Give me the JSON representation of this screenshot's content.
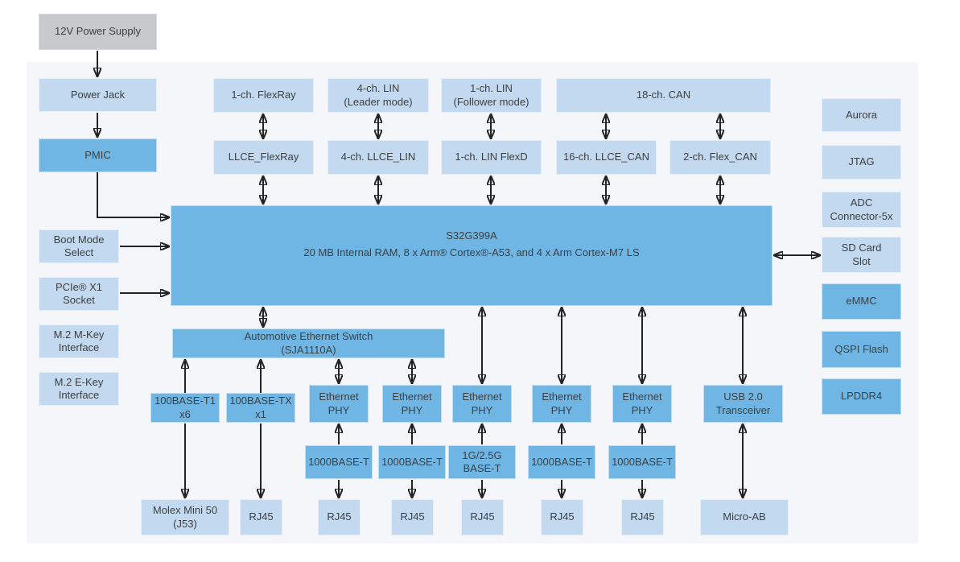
{
  "colors": {
    "box_light": "#c3d9ef",
    "box_mid": "#70b6e4",
    "box_gray": "#c6cacd",
    "panel_bg": "#f4f6f9",
    "arrow": "#232323",
    "text": "#3d3f41"
  },
  "nodes": {
    "psu_12v": {
      "label": "12V Power Supply"
    },
    "power_jack": {
      "label": "Power Jack"
    },
    "pmic": {
      "label": "PMIC"
    },
    "boot_mode": {
      "label": "Boot Mode\nSelect"
    },
    "pcie_socket": {
      "label": "PCIe® X1\nSocket"
    },
    "m2_m_key": {
      "label": "M.2 M-Key\nInterface"
    },
    "m2_e_key": {
      "label": "M.2 E-Key\nInterface"
    },
    "flexray_1ch": {
      "label": "1-ch. FlexRay"
    },
    "lin_4ch_leader": {
      "label": "4-ch. LIN\n(Leader mode)"
    },
    "lin_1ch_follower": {
      "label": "1-ch. LIN\n(Follower mode)"
    },
    "can_18ch": {
      "label": "18-ch. CAN"
    },
    "llce_flexray": {
      "label": "LLCE_FlexRay"
    },
    "llce_lin_4ch": {
      "label": "4-ch. LLCE_LIN"
    },
    "lin_flexd_1ch": {
      "label": "1-ch. LIN FlexD"
    },
    "llce_can_16ch": {
      "label": "16-ch. LLCE_CAN"
    },
    "flex_can_2ch": {
      "label": "2-ch. Flex_CAN"
    },
    "soc": {
      "title": "S32G399A",
      "subtitle": "20 MB Internal RAM, 8 x Arm® Cortex®-A53, and 4 x Arm Cortex-M7 LS"
    },
    "eth_switch": {
      "label": "Automotive Ethernet Switch\n(SJA1110A)"
    },
    "base100_t1": {
      "label": "100BASE-T1\nx6"
    },
    "base100_tx": {
      "label": "100BASE-TX\nx1"
    },
    "eth_phy": {
      "label": "Ethernet\nPHY"
    },
    "usb_transceiver": {
      "label": "USB 2.0\nTransceiver"
    },
    "base1000": {
      "label": "1000BASE-T"
    },
    "base_1g25g": {
      "label": "1G/2.5G\nBASE-T"
    },
    "molex_mini50": {
      "label": "Molex Mini 50\n(J53)"
    },
    "rj45": {
      "label": "RJ45"
    },
    "micro_ab": {
      "label": "Micro-AB"
    },
    "aurora": {
      "label": "Aurora"
    },
    "jtag": {
      "label": "JTAG"
    },
    "adc_connector": {
      "label": "ADC\nConnector-5x"
    },
    "sd_card": {
      "label": "SD Card\nSlot"
    },
    "emmc": {
      "label": "eMMC"
    },
    "qspi_flash": {
      "label": "QSPI Flash"
    },
    "lpddr4": {
      "label": "LPDDR4"
    }
  }
}
